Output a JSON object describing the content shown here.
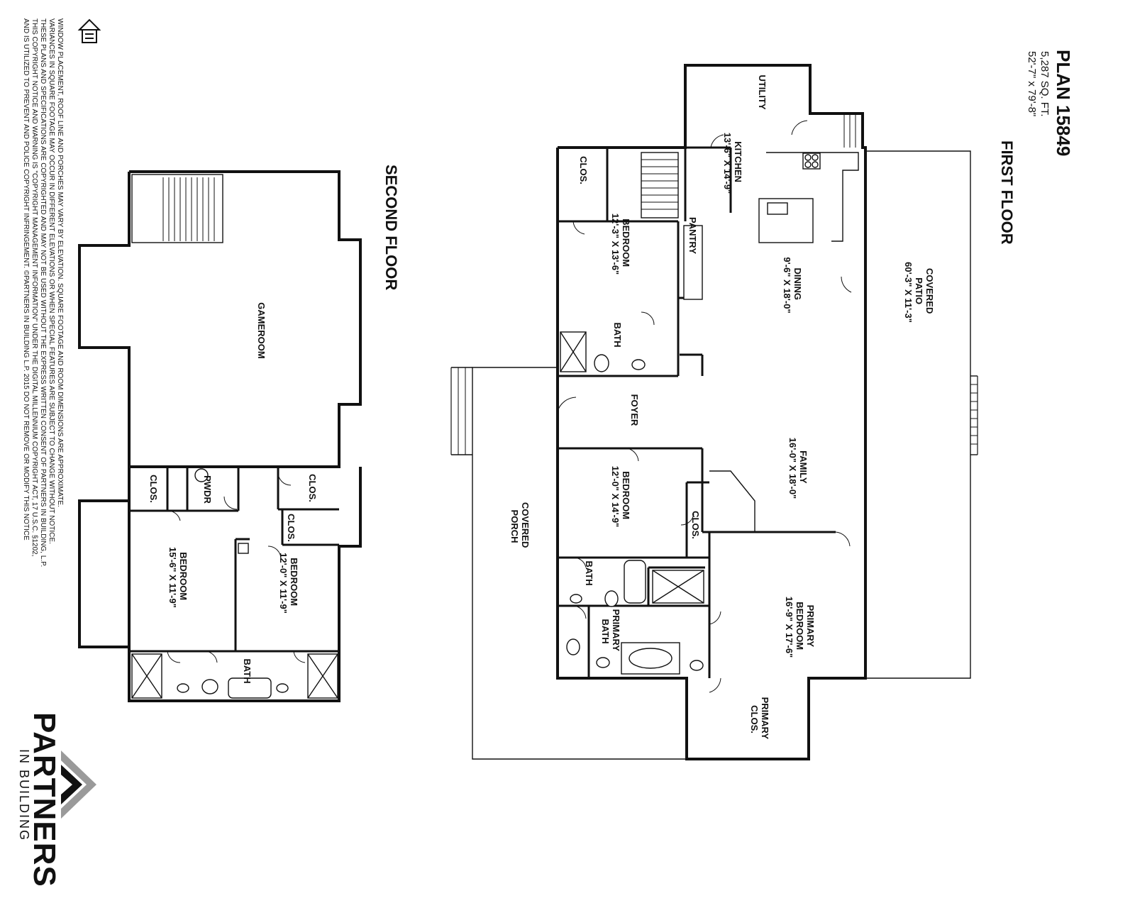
{
  "plan": {
    "title": "PLAN 15849",
    "sqft": "5,287 SQ. FT.",
    "dimensions": "52'-7\" x 79'-8\""
  },
  "first_floor": {
    "heading": "FIRST FLOOR",
    "rooms": {
      "utility": [
        "UTILITY"
      ],
      "kitchen": [
        "KITCHEN",
        "13'-6\" X 14'-9\""
      ],
      "pantry": [
        "PANTRY"
      ],
      "clos_stair": [
        "CLOS."
      ],
      "bedroom1": [
        "BEDROOM",
        "12'-3\" X 13'-6\""
      ],
      "bath1": [
        "BATH"
      ],
      "dining": [
        "DINING",
        "9'-6\" X 18'-0\""
      ],
      "patio": [
        "COVERED",
        "PATIO",
        "60'-3\" X 11'-3\""
      ],
      "foyer": [
        "FOYER"
      ],
      "family": [
        "FAMILY",
        "16'-0\" X 18'-0\""
      ],
      "bedroom2": [
        "BEDROOM",
        "12'-0\" X 14'-9\""
      ],
      "clos2": [
        "CLOS."
      ],
      "porch": [
        "COVERED",
        "PORCH"
      ],
      "bath2": [
        "BATH"
      ],
      "primary_bedroom": [
        "PRIMARY",
        "BEDROOM",
        "16'-9\" X 17'-6\""
      ],
      "primary_bath": [
        "PRIMARY",
        "BATH"
      ],
      "primary_clos": [
        "PRIMARY",
        "CLOS."
      ]
    }
  },
  "second_floor": {
    "heading": "SECOND FLOOR",
    "rooms": {
      "gameroom": [
        "GAMEROOM"
      ],
      "clos_a": [
        "CLOS."
      ],
      "pwdr": [
        "PWDR"
      ],
      "clos_b": [
        "CLOS."
      ],
      "clos_c": [
        "CLOS."
      ],
      "bedroom_a": [
        "BEDROOM",
        "15'-6\" X 11'-9\""
      ],
      "bedroom_b": [
        "BEDROOM",
        "12'-0\" X 11'-9\""
      ],
      "bath": [
        "BATH"
      ]
    }
  },
  "notice_lines": [
    "WINDOW PLACEMENT, ROOF LINE AND PORCHES MAY VARY BY ELEVATION. SQUARE FOOTAGE AND ROOM DIMENSIONS ARE APPROXIMATE.",
    "VARIANCES IN SQUARE FOOTAGE MAY OCCUR IN DIFFERENT ELEVATIONS OR WHEN SPECIAL FEATURES ARE SUBJECT TO CHANGE WITHOUT NOTICE.",
    "THESE PLANS AND SPECIFICATIONS ARE COPYRIGHTED AND MAY NOT BE USED WITHOUT THE EXPRESS WRITTEN CONSENT OF PARTNERS IN BUILDING, L.P.",
    "THIS COPYRIGHT NOTICE AND WARNING IS \"COPYRIGHT MANAGEMENT INFORMATION\" UNDER THE DIGITAL MILLENNIUM COPYRIGHT ACT, 17 U.S.C. §1202,",
    "AND IS UTILIZED TO PREVENT AND POLICE COPYRIGHT INFRINGEMENT. ©PARTNERS IN BUILDING L.P. 2015 DO NOT REMOVE OR MODIFY THIS NOTICE"
  ],
  "brand": {
    "name": "PARTNERS",
    "sub": "IN BUILDING",
    "equal_housing": "EQUAL HOUSING OPPORTUNITY",
    "color_dark": "#111111",
    "color_grey": "#9a9a9a"
  },
  "icons": [
    "equal-housing-icon",
    "partners-chevron-logo",
    "stair-icon"
  ]
}
